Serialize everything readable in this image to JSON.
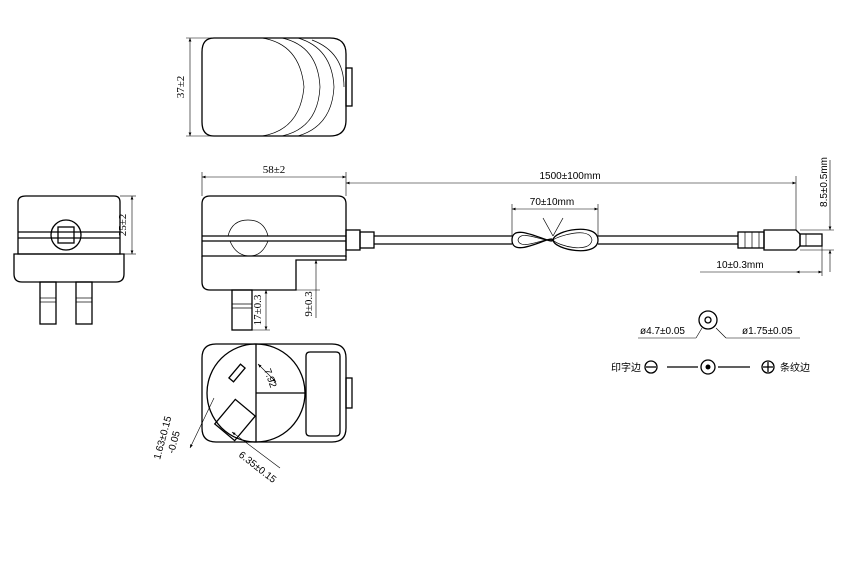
{
  "dimensions": {
    "top_height": "37±2",
    "body_length": "58±2",
    "body_height": "25±2",
    "cable_length": "1500±100mm",
    "cable_tie_length": "70±10mm",
    "plug_diameter": "8.5±0.5mm",
    "plug_length": "10±0.3mm",
    "earth_pin_length": "17±0.3",
    "live_pin_length": "9±0.3",
    "pin_offset": "7.92",
    "pin_thickness": "1.63±0.15",
    "pin_thickness_tol": "-0.05",
    "pin_width": "6.35±0.15"
  },
  "connector": {
    "outer_diameter": "ø4.7±0.05",
    "inner_diameter": "ø1.75±0.05",
    "left_label": "印字边",
    "right_label": "条纹边"
  }
}
